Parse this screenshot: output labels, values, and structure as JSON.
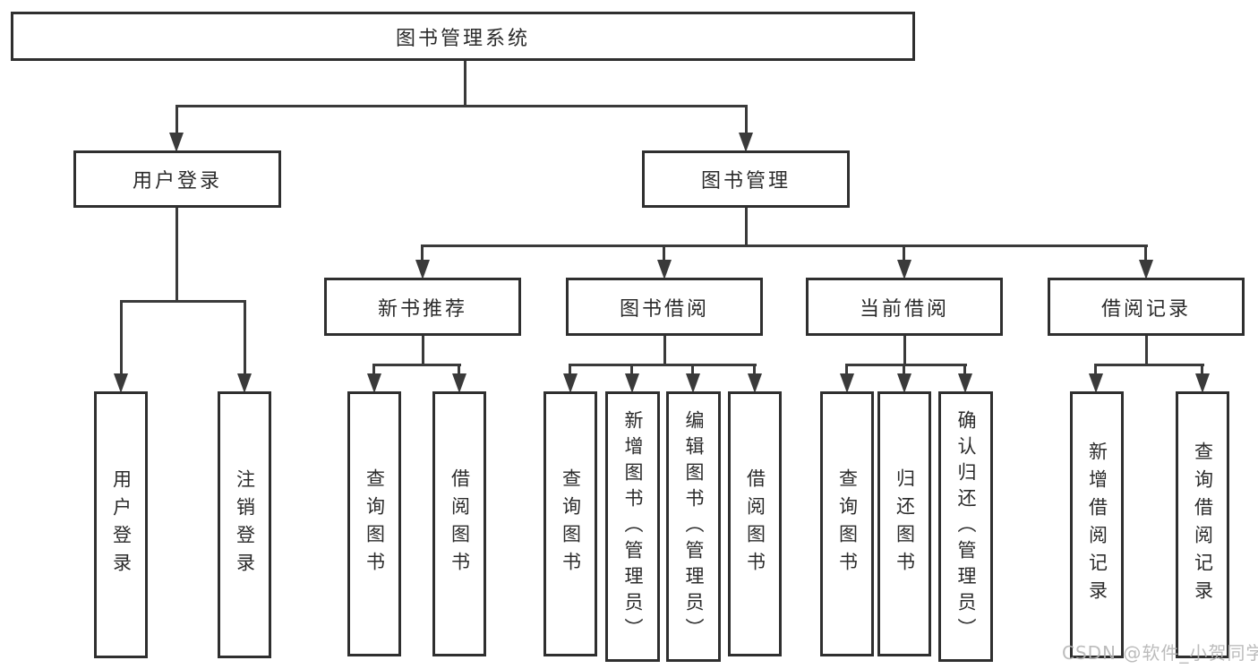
{
  "tree": {
    "root": {
      "label": "图书管理系统",
      "children": [
        {
          "label": "用户登录",
          "children": [
            {
              "label": "用户登录"
            },
            {
              "label": "注销登录"
            }
          ]
        },
        {
          "label": "图书管理",
          "children": [
            {
              "label": "新书推荐",
              "children": [
                {
                  "label": "查询图书"
                },
                {
                  "label": "借阅图书"
                }
              ]
            },
            {
              "label": "图书借阅",
              "children": [
                {
                  "label": "查询图书"
                },
                {
                  "label": "新增图书（管理员）"
                },
                {
                  "label": "编辑图书（管理员）"
                },
                {
                  "label": "借阅图书"
                }
              ]
            },
            {
              "label": "当前借阅",
              "children": [
                {
                  "label": "查询图书"
                },
                {
                  "label": "归还图书"
                },
                {
                  "label": "确认归还（管理员）"
                }
              ]
            },
            {
              "label": "借阅记录",
              "children": [
                {
                  "label": "新增借阅记录"
                },
                {
                  "label": "查询借阅记录"
                }
              ]
            }
          ]
        }
      ]
    }
  },
  "watermark": {
    "text": "CSDN @软件_小贺同学"
  },
  "colors": {
    "background": "#ffffff",
    "box_border": "#2f2f2f",
    "connector_line": "#3a3a3a",
    "text": "#2b2b2b",
    "watermark_text": "#b5b5b5"
  }
}
